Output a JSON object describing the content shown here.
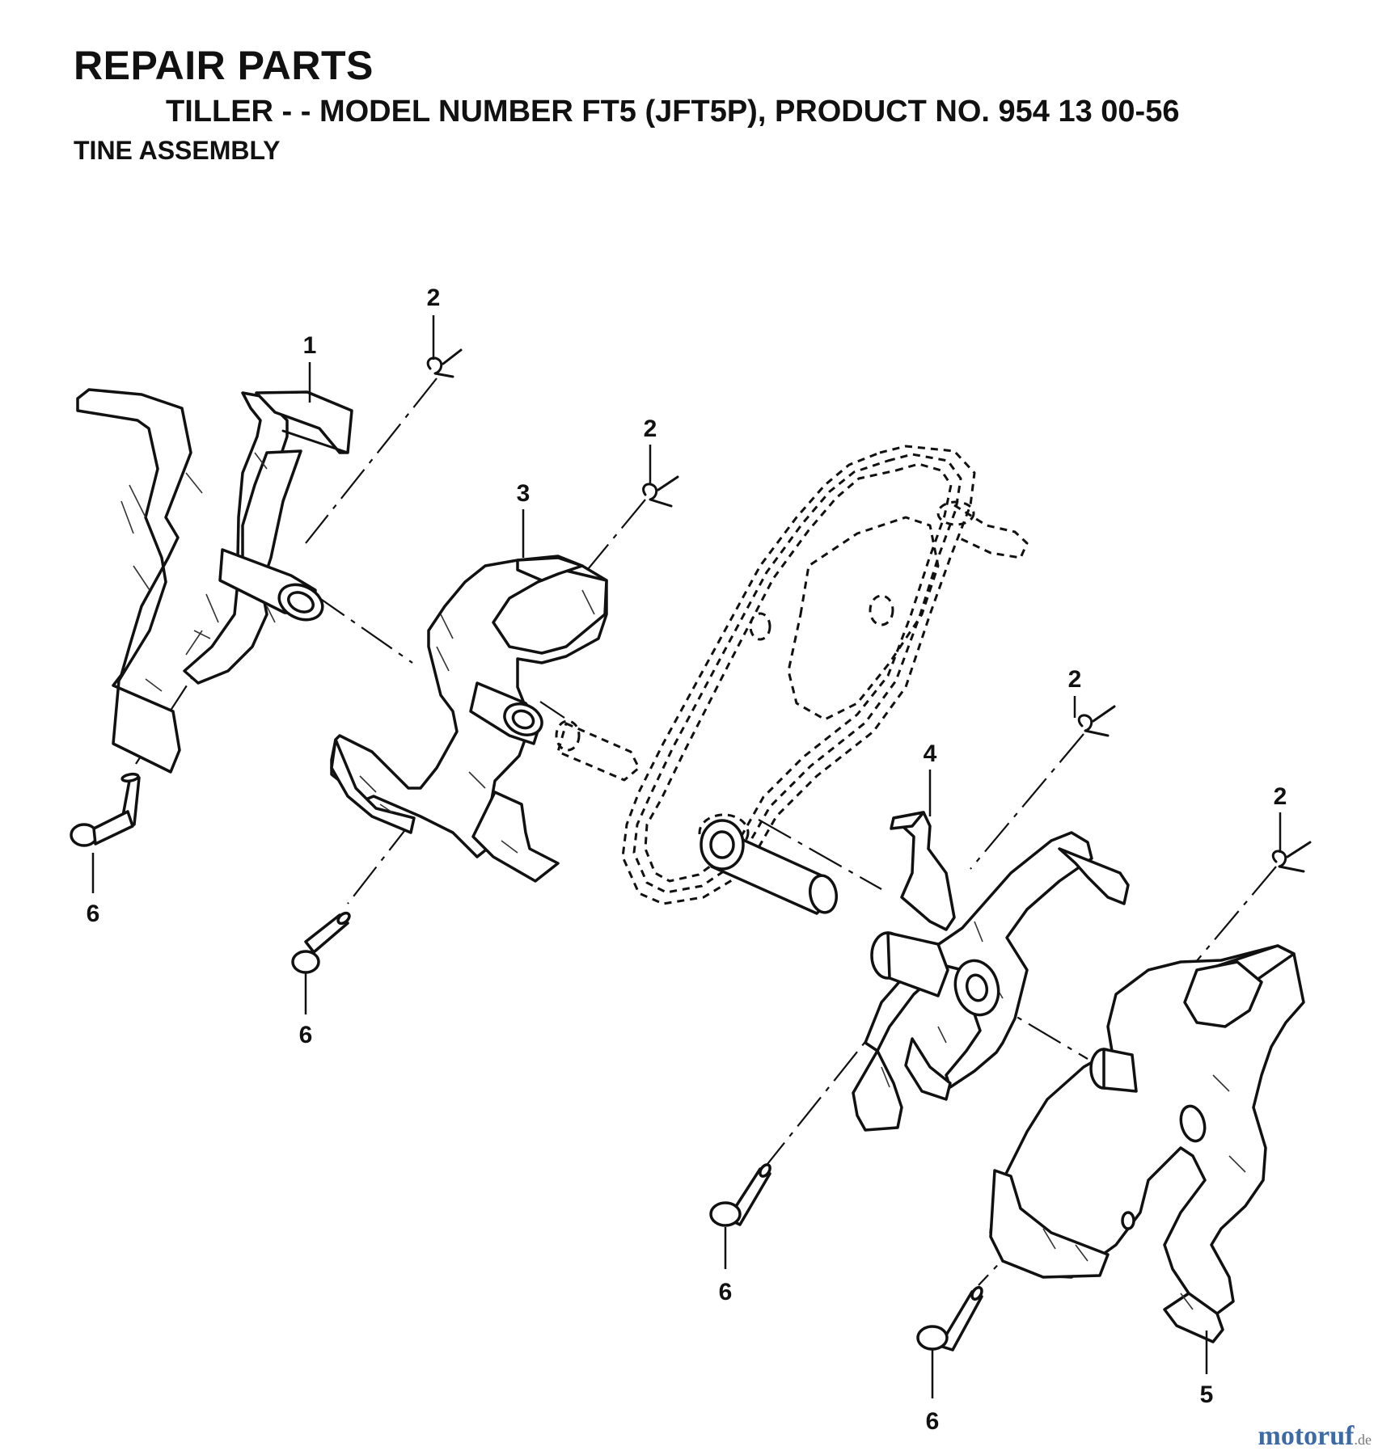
{
  "header": {
    "title": "REPAIR PARTS",
    "subtitle": "TILLER - - MODEL NUMBER FT5 (JFT5P), PRODUCT NO. 954 13 00-56",
    "section": "TINE ASSEMBLY"
  },
  "callouts": {
    "c1": "1",
    "c2a": "2",
    "c2b": "2",
    "c2c": "2",
    "c2d": "2",
    "c3": "3",
    "c4": "4",
    "c5": "5",
    "c6a": "6",
    "c6b": "6",
    "c6c": "6",
    "c6d": "6"
  },
  "watermark": {
    "logo": "motoruf",
    "tld": ".de"
  }
}
